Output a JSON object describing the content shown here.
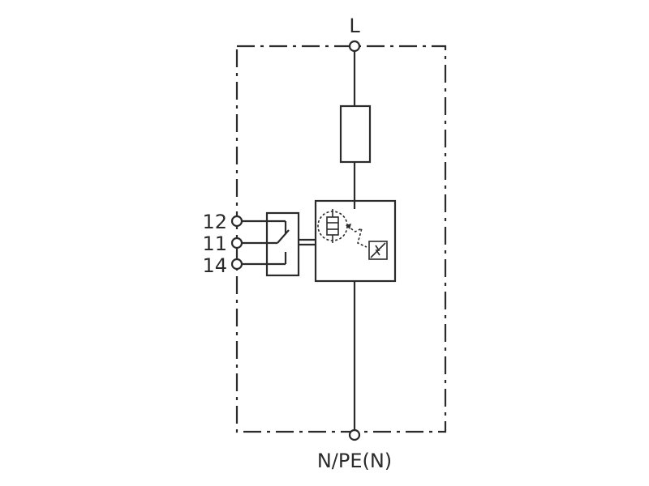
{
  "labels": {
    "top_terminal": "L",
    "bottom_terminal": "N/PE(N)",
    "contact_12": "12",
    "contact_11": "11",
    "contact_14": "14"
  },
  "colors": {
    "line": "#2b2b2b",
    "background": "#ffffff"
  }
}
